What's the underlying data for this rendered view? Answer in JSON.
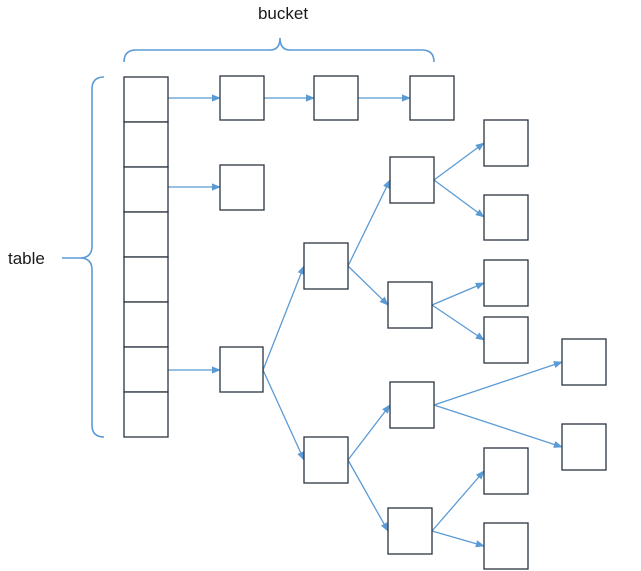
{
  "labels": {
    "bucket": "bucket",
    "table": "table"
  },
  "colors": {
    "box_stroke": "#2b3440",
    "connector": "#5b9bd5",
    "text": "#1a1a1a"
  },
  "table_slot_count": 8,
  "bucket_chain_length": 3,
  "second_bucket_chain_length": 1,
  "tree": {
    "node_count": 15,
    "leaf_count": 8,
    "levels": 4
  }
}
